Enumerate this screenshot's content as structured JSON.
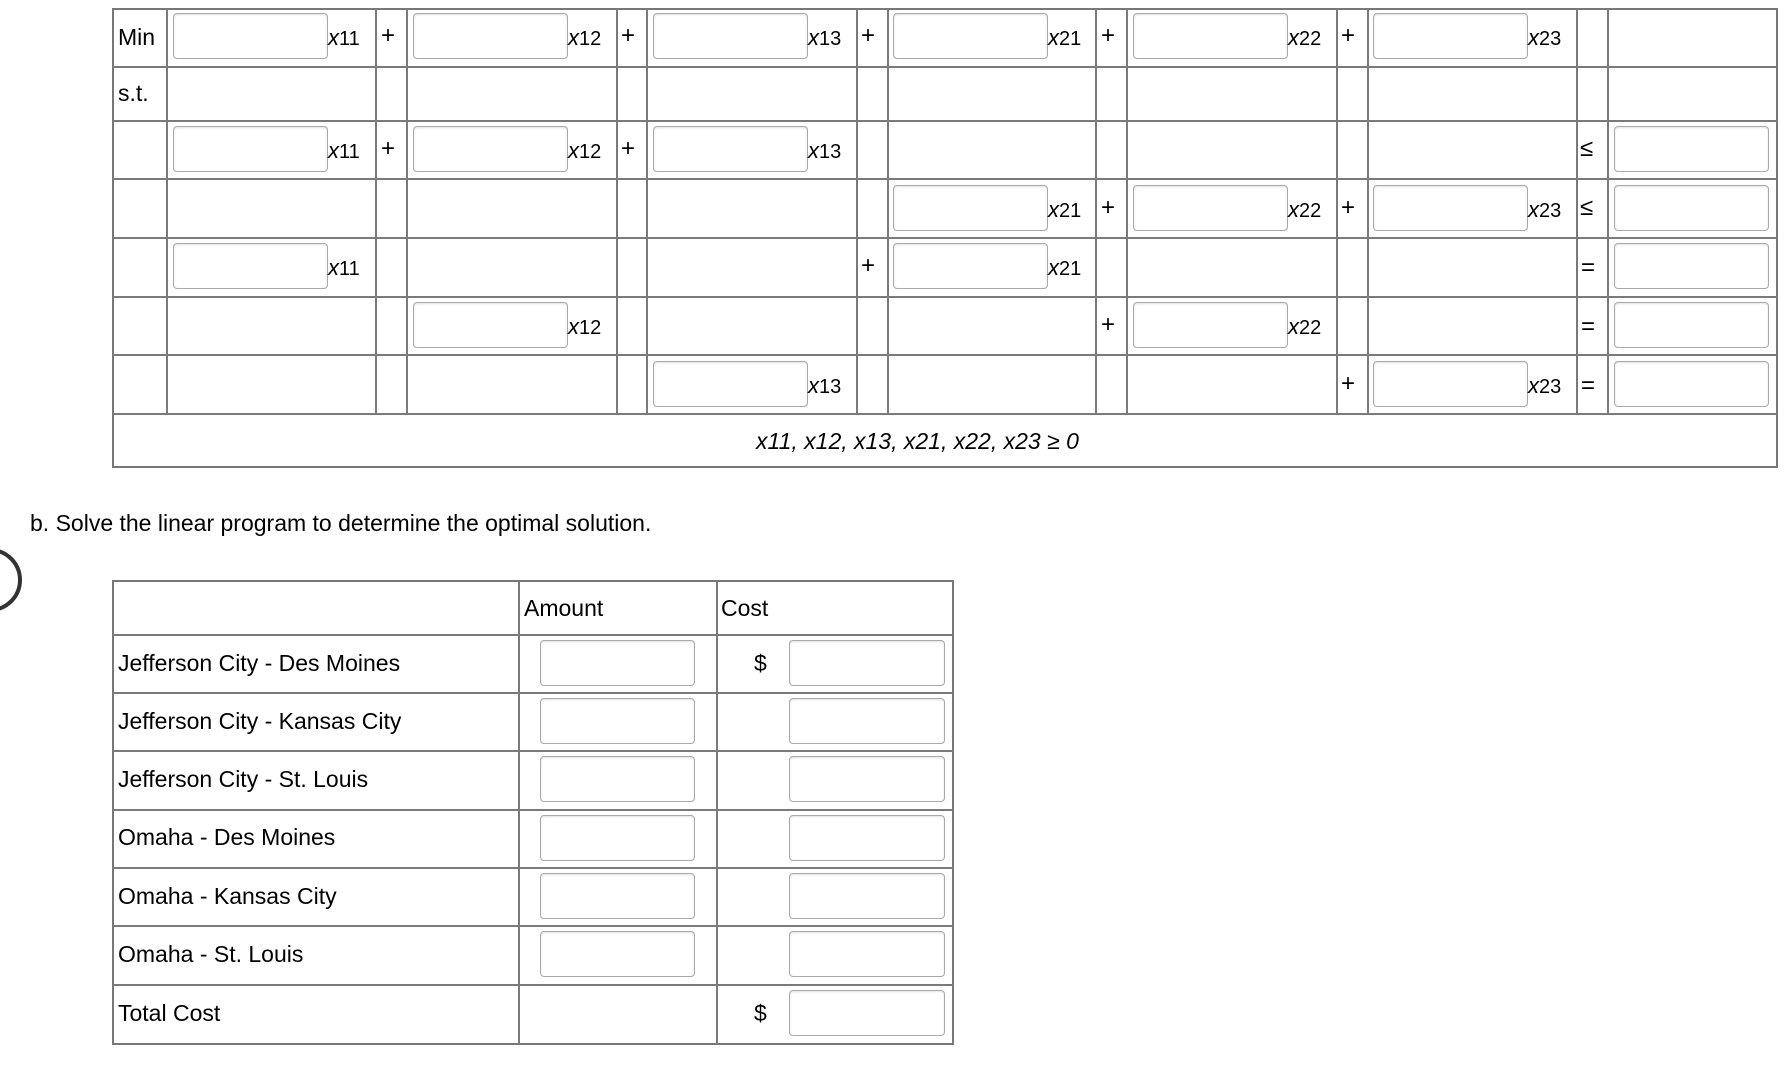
{
  "lp": {
    "min_label": "Min",
    "st_label": "s.t.",
    "vars": {
      "x11": "x",
      "x11n": "11",
      "x12": "x",
      "x12n": "12",
      "x13": "x",
      "x13n": "13",
      "x21": "x",
      "x21n": "21",
      "x22": "x",
      "x22n": "22",
      "x23": "x",
      "x23n": "23"
    },
    "ops": {
      "plus": "+",
      "le": "≤",
      "eq": "="
    },
    "nonnegativity": "x11, x12, x13, x21, x22, x23 ≥ 0"
  },
  "part_b": {
    "instruction": "b. Solve the linear program to determine the optimal solution."
  },
  "solution_table": {
    "headers": {
      "route": "",
      "amount": "Amount",
      "cost": "Cost"
    },
    "currency": "$",
    "rows": [
      {
        "route": "Jefferson City - Des Moines"
      },
      {
        "route": "Jefferson City - Kansas City"
      },
      {
        "route": "Jefferson City - St. Louis"
      },
      {
        "route": "Omaha - Des Moines"
      },
      {
        "route": "Omaha - Kansas City"
      },
      {
        "route": "Omaha - St. Louis"
      }
    ],
    "total_label": "Total Cost"
  },
  "decor": {
    "circle_icon": "partial-circle-icon"
  }
}
